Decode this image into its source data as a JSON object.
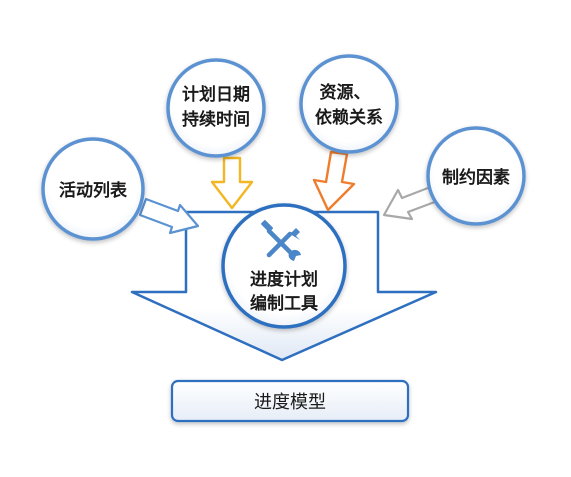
{
  "inputs": [
    {
      "id": "activity",
      "label_lines": [
        "活动列表"
      ]
    },
    {
      "id": "schedule",
      "label_lines": [
        "计划日期",
        "持续时间"
      ]
    },
    {
      "id": "resources",
      "label_lines": [
        "资源、",
        "依赖关系"
      ]
    },
    {
      "id": "constraints",
      "label_lines": [
        "制约因素"
      ]
    }
  ],
  "tool": {
    "label_lines": [
      "进度计划",
      "编制工具"
    ],
    "icon": "tools-icon"
  },
  "output": {
    "label": "进度模型"
  },
  "colors": {
    "circle_stroke": "#5b92d1",
    "big_arrow_stroke": "#2f6fc0",
    "arrow_blue": "#5b92d1",
    "arrow_yellow": "#f2b722",
    "arrow_orange": "#ee7d2d",
    "arrow_gray": "#a8a8a8"
  }
}
